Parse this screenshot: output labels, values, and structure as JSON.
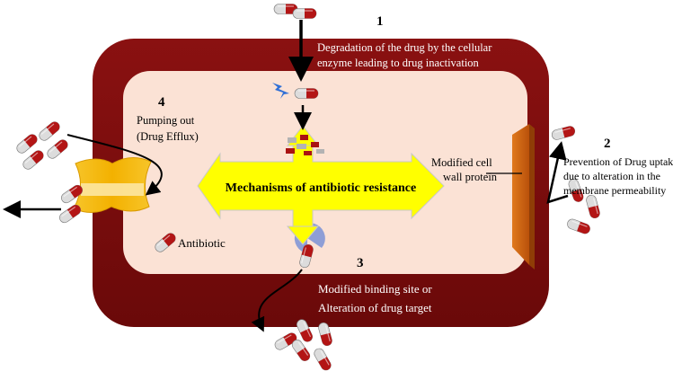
{
  "diagram": {
    "center_label": "Mechanisms of antibiotic resistance",
    "legend_label": "Antibiotic",
    "mechanisms": [
      {
        "number": "1",
        "lines": [
          "Degradation of the drug by the cellular",
          "enzyme leading to drug inactivation"
        ]
      },
      {
        "number": "2",
        "lines": [
          "Prevention of Drug uptake",
          "due to alteration in the",
          "membrane permeability"
        ]
      },
      {
        "number": "3",
        "lines": [
          "Modified binding site or",
          "Alteration of drug target"
        ]
      },
      {
        "number": "4",
        "lines": [
          "Pumping out",
          "(Drug Efflux)"
        ]
      }
    ],
    "protein_label": [
      "Modified cell",
      "wall protein"
    ]
  },
  "colors": {
    "cell_wall": "#7a0c0c",
    "cytoplasm": "#fbe2d5",
    "arrow_fill": "#ffff00",
    "pump": "#f5b800",
    "protein": "#d35f0e",
    "target": "#8e9ed6",
    "capsule_red": "#b31515",
    "capsule_white": "#e0e0e0",
    "enzyme": "#2f6fd6"
  }
}
